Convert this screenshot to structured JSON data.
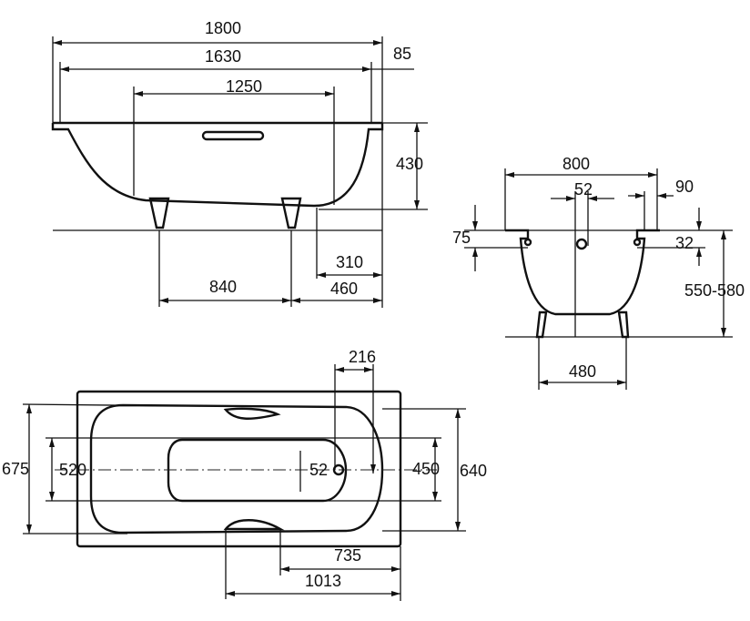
{
  "side_view": {
    "overall_length": "1800",
    "inner_length": "1630",
    "rim_end": "85",
    "bottom_length": "1250",
    "depth": "430",
    "leg_spacing": "840",
    "leg_to_end": "460",
    "drain_to_end": "310"
  },
  "end_view": {
    "width": "800",
    "drain_dia": "52",
    "rim_side": "90",
    "rim_height": "75",
    "rim_offset": "32",
    "height": "550-580",
    "leg_width": "480"
  },
  "plan_view": {
    "outer_width": "675",
    "inner_bottom_width": "520",
    "bottom_width": "450",
    "width": "640",
    "drain_dia": "52",
    "drain_offset": "216",
    "handle_to_end": "735",
    "handle_far_to_end": "1013"
  }
}
